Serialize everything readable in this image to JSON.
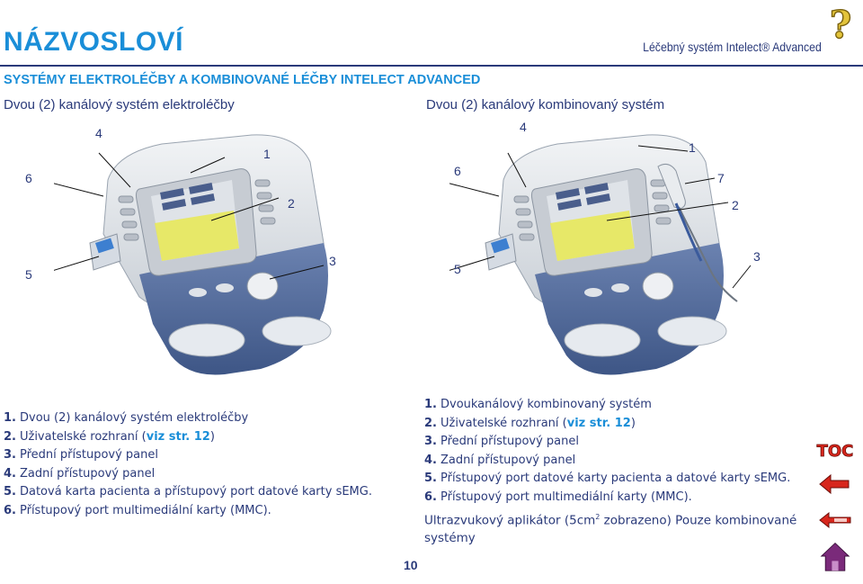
{
  "header": {
    "title": "NÁZVOSLOVÍ",
    "brand": "Léčebný systém Intelect® Advanced",
    "help_icon": "question-mark-icon"
  },
  "section": {
    "title": "SYSTÉMY ELEKTROLÉČBY A KOMBINOVANÉ LÉČBY INTELECT ADVANCED",
    "left_caption": "Dvou (2) kanálový systém elektroléčby",
    "right_caption": "Dvou (2) kanálový kombinovaný systém"
  },
  "callouts_left": [
    "4",
    "1",
    "6",
    "2",
    "5",
    "3"
  ],
  "callouts_right": [
    "4",
    "1",
    "6",
    "7",
    "2",
    "5",
    "3"
  ],
  "legend_left": [
    {
      "num": "1.",
      "text": "Dvou (2) kanálový systém elektroléčby"
    },
    {
      "num": "2.",
      "text": "Uživatelské rozhraní (",
      "link": "viz str. 12",
      "after": ")"
    },
    {
      "num": "3.",
      "text": "Přední přístupový panel"
    },
    {
      "num": "4.",
      "text": "Zadní přístupový panel"
    },
    {
      "num": "5.",
      "text": "Datová karta pacienta a přístupový port datové karty sEMG."
    },
    {
      "num": "6.",
      "text": "Přístupový port multimediální karty (MMC)."
    }
  ],
  "legend_right": [
    {
      "num": "1.",
      "text": "Dvoukanálový kombinovaný systém"
    },
    {
      "num": "2.",
      "text": "Uživatelské rozhraní (",
      "link": "viz str. 12",
      "after": ")"
    },
    {
      "num": "3.",
      "text": "Přední přístupový panel"
    },
    {
      "num": "4.",
      "text": "Zadní přístupový panel"
    },
    {
      "num": "5.",
      "text": "Přístupový port datové karty pacienta a datové karty sEMG."
    },
    {
      "num": "6.",
      "text": "Přístupový port multimediální karty (MMC)."
    }
  ],
  "legend_right_note": {
    "before": "Ultrazvukový aplikátor (5cm",
    "sup": "2",
    "after": " zobrazeno) Pouze kombinované systémy"
  },
  "page_number": "10",
  "nav": {
    "toc_label": "TOC",
    "icons": [
      "toc-icon",
      "back-arrow-icon",
      "prev-page-icon",
      "home-icon"
    ]
  },
  "colors": {
    "accent": "#1a8ed8",
    "navy": "#2a3a7a",
    "device_blue": "#5a72a2",
    "screen_yellow": "#e8e85a",
    "nav_red": "#d7261c",
    "home_purple": "#7a2a7a"
  }
}
